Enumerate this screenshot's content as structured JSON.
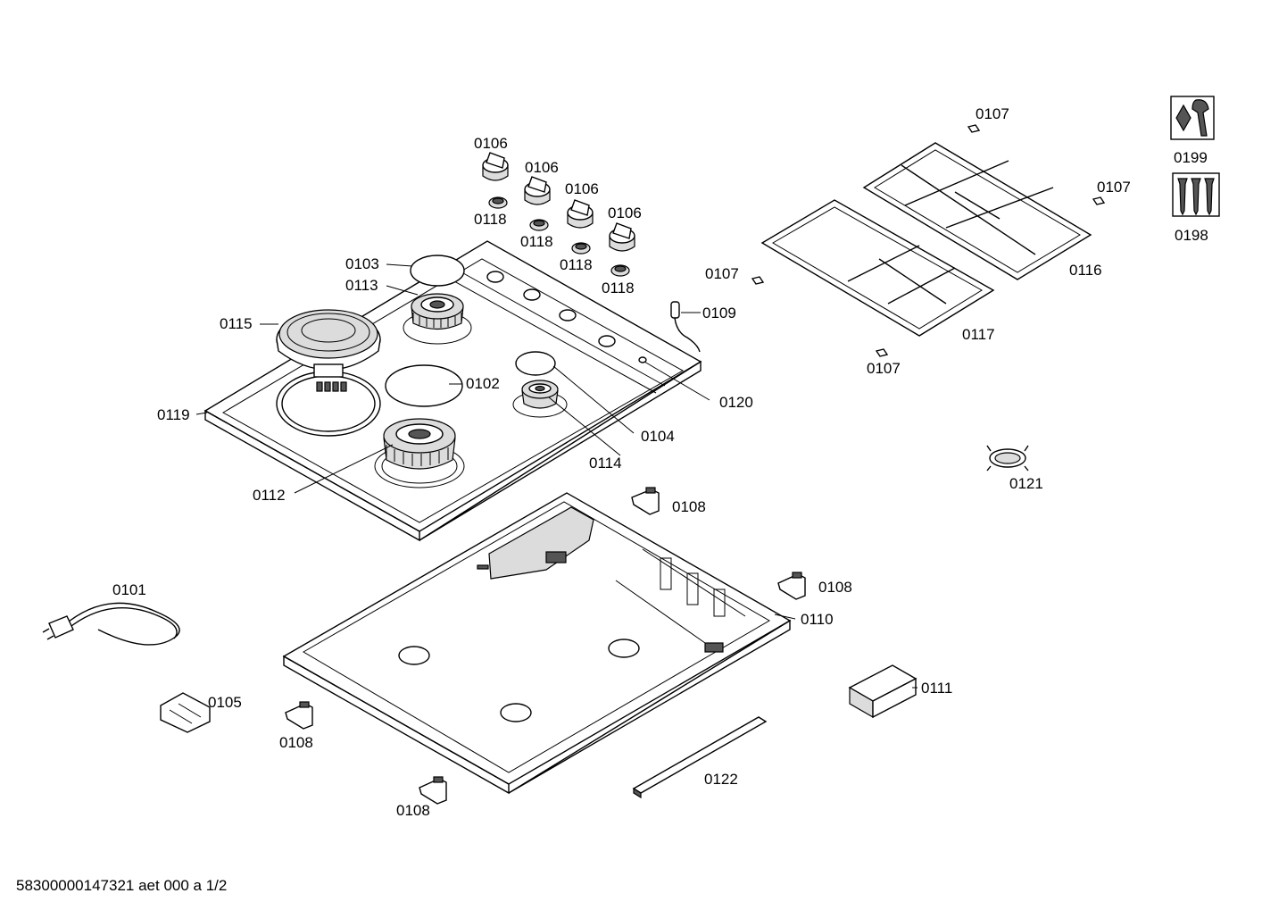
{
  "footer": "58300000147321 aet 000 a 1/2",
  "callouts": {
    "c0101": "0101",
    "c0102": "0102",
    "c0103": "0103",
    "c0104": "0104",
    "c0105": "0105",
    "c0106a": "0106",
    "c0106b": "0106",
    "c0106c": "0106",
    "c0106d": "0106",
    "c0107a": "0107",
    "c0107b": "0107",
    "c0107c": "0107",
    "c0107d": "0107",
    "c0108a": "0108",
    "c0108b": "0108",
    "c0108c": "0108",
    "c0108d": "0108",
    "c0109": "0109",
    "c0110": "0110",
    "c0111": "0111",
    "c0112": "0112",
    "c0113": "0113",
    "c0114": "0114",
    "c0115": "0115",
    "c0116": "0116",
    "c0117": "0117",
    "c0118a": "0118",
    "c0118b": "0118",
    "c0118c": "0118",
    "c0118d": "0118",
    "c0119": "0119",
    "c0120": "0120",
    "c0121": "0121",
    "c0122": "0122",
    "c0198": "0198",
    "c0199": "0199"
  },
  "icons": {
    "service_tool": "wrench-nut-icon",
    "screws": "screws-icon"
  }
}
